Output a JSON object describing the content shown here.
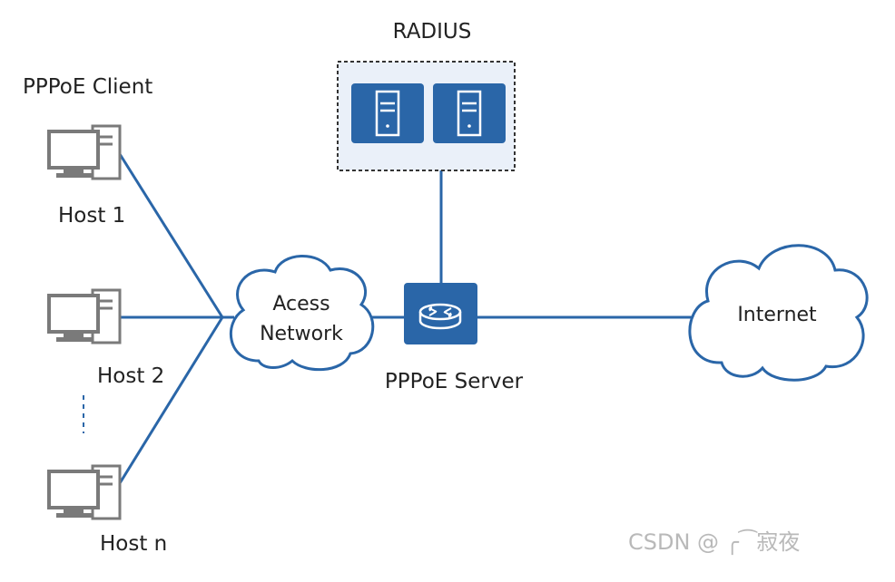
{
  "labels": {
    "pppoe_client": "PPPoE Client",
    "host1": "Host 1",
    "host2": "Host 2",
    "hostn": "Host n",
    "radius": "RADIUS",
    "access_line1": "Acess",
    "access_line2": "Network",
    "pppoe_server": "PPPoE Server",
    "internet": "Internet",
    "watermark": "CSDN @ ╭⁀寂夜"
  },
  "icons": {
    "host": "desktop-computer-icon",
    "radius_server": "server-icon",
    "pppoe_server": "router-icon",
    "access_network": "cloud-icon",
    "internet": "cloud-icon"
  },
  "colors": {
    "link": "#2a66a8",
    "device_blue": "#2a66a8",
    "radius_box_fill": "#eaf0f9",
    "host_gray": "#7a7a7a",
    "text": "#222222",
    "watermark": "#b9b9b9"
  }
}
